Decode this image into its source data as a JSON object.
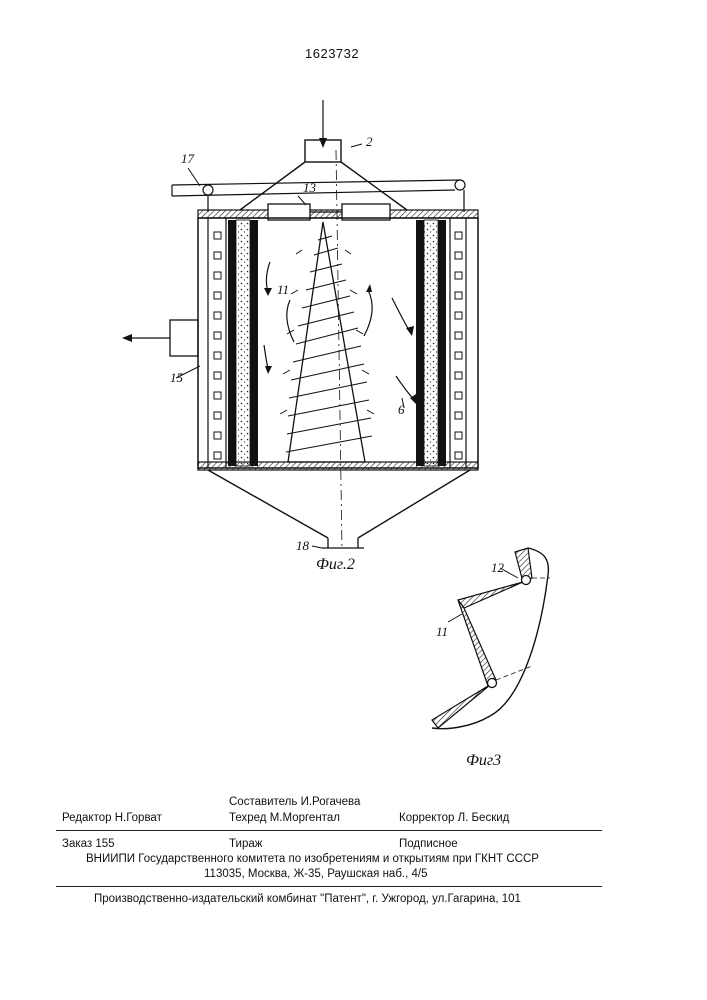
{
  "header": {
    "patent_number": "1623732"
  },
  "figure2": {
    "labels": {
      "l2": "2",
      "l17": "17",
      "l13": "13",
      "l11": "11",
      "l15": "15",
      "l6": "6",
      "l18": "18"
    },
    "caption": "Фиг.2"
  },
  "figure3": {
    "labels": {
      "l12": "12",
      "l11": "11"
    },
    "caption": "Фиг3"
  },
  "imprint": {
    "editor": "Редактор  Н.Горват",
    "compiler": "Составитель И.Рогачева",
    "techeditor": "Техред М.Моргентал",
    "corrector": "Корректор  Л. Бескид",
    "order": "Заказ  155",
    "circulation": "Тираж",
    "subscription": "Подписное",
    "org_line": "ВНИИПИ Государственного комитета по изобретениям и открытиям при ГКНТ СССР",
    "address": "113035, Москва, Ж-35, Раушская наб., 4/5",
    "publisher": "Производственно-издательский комбинат \"Патент\", г. Ужгород, ул.Гагарина, 101"
  }
}
